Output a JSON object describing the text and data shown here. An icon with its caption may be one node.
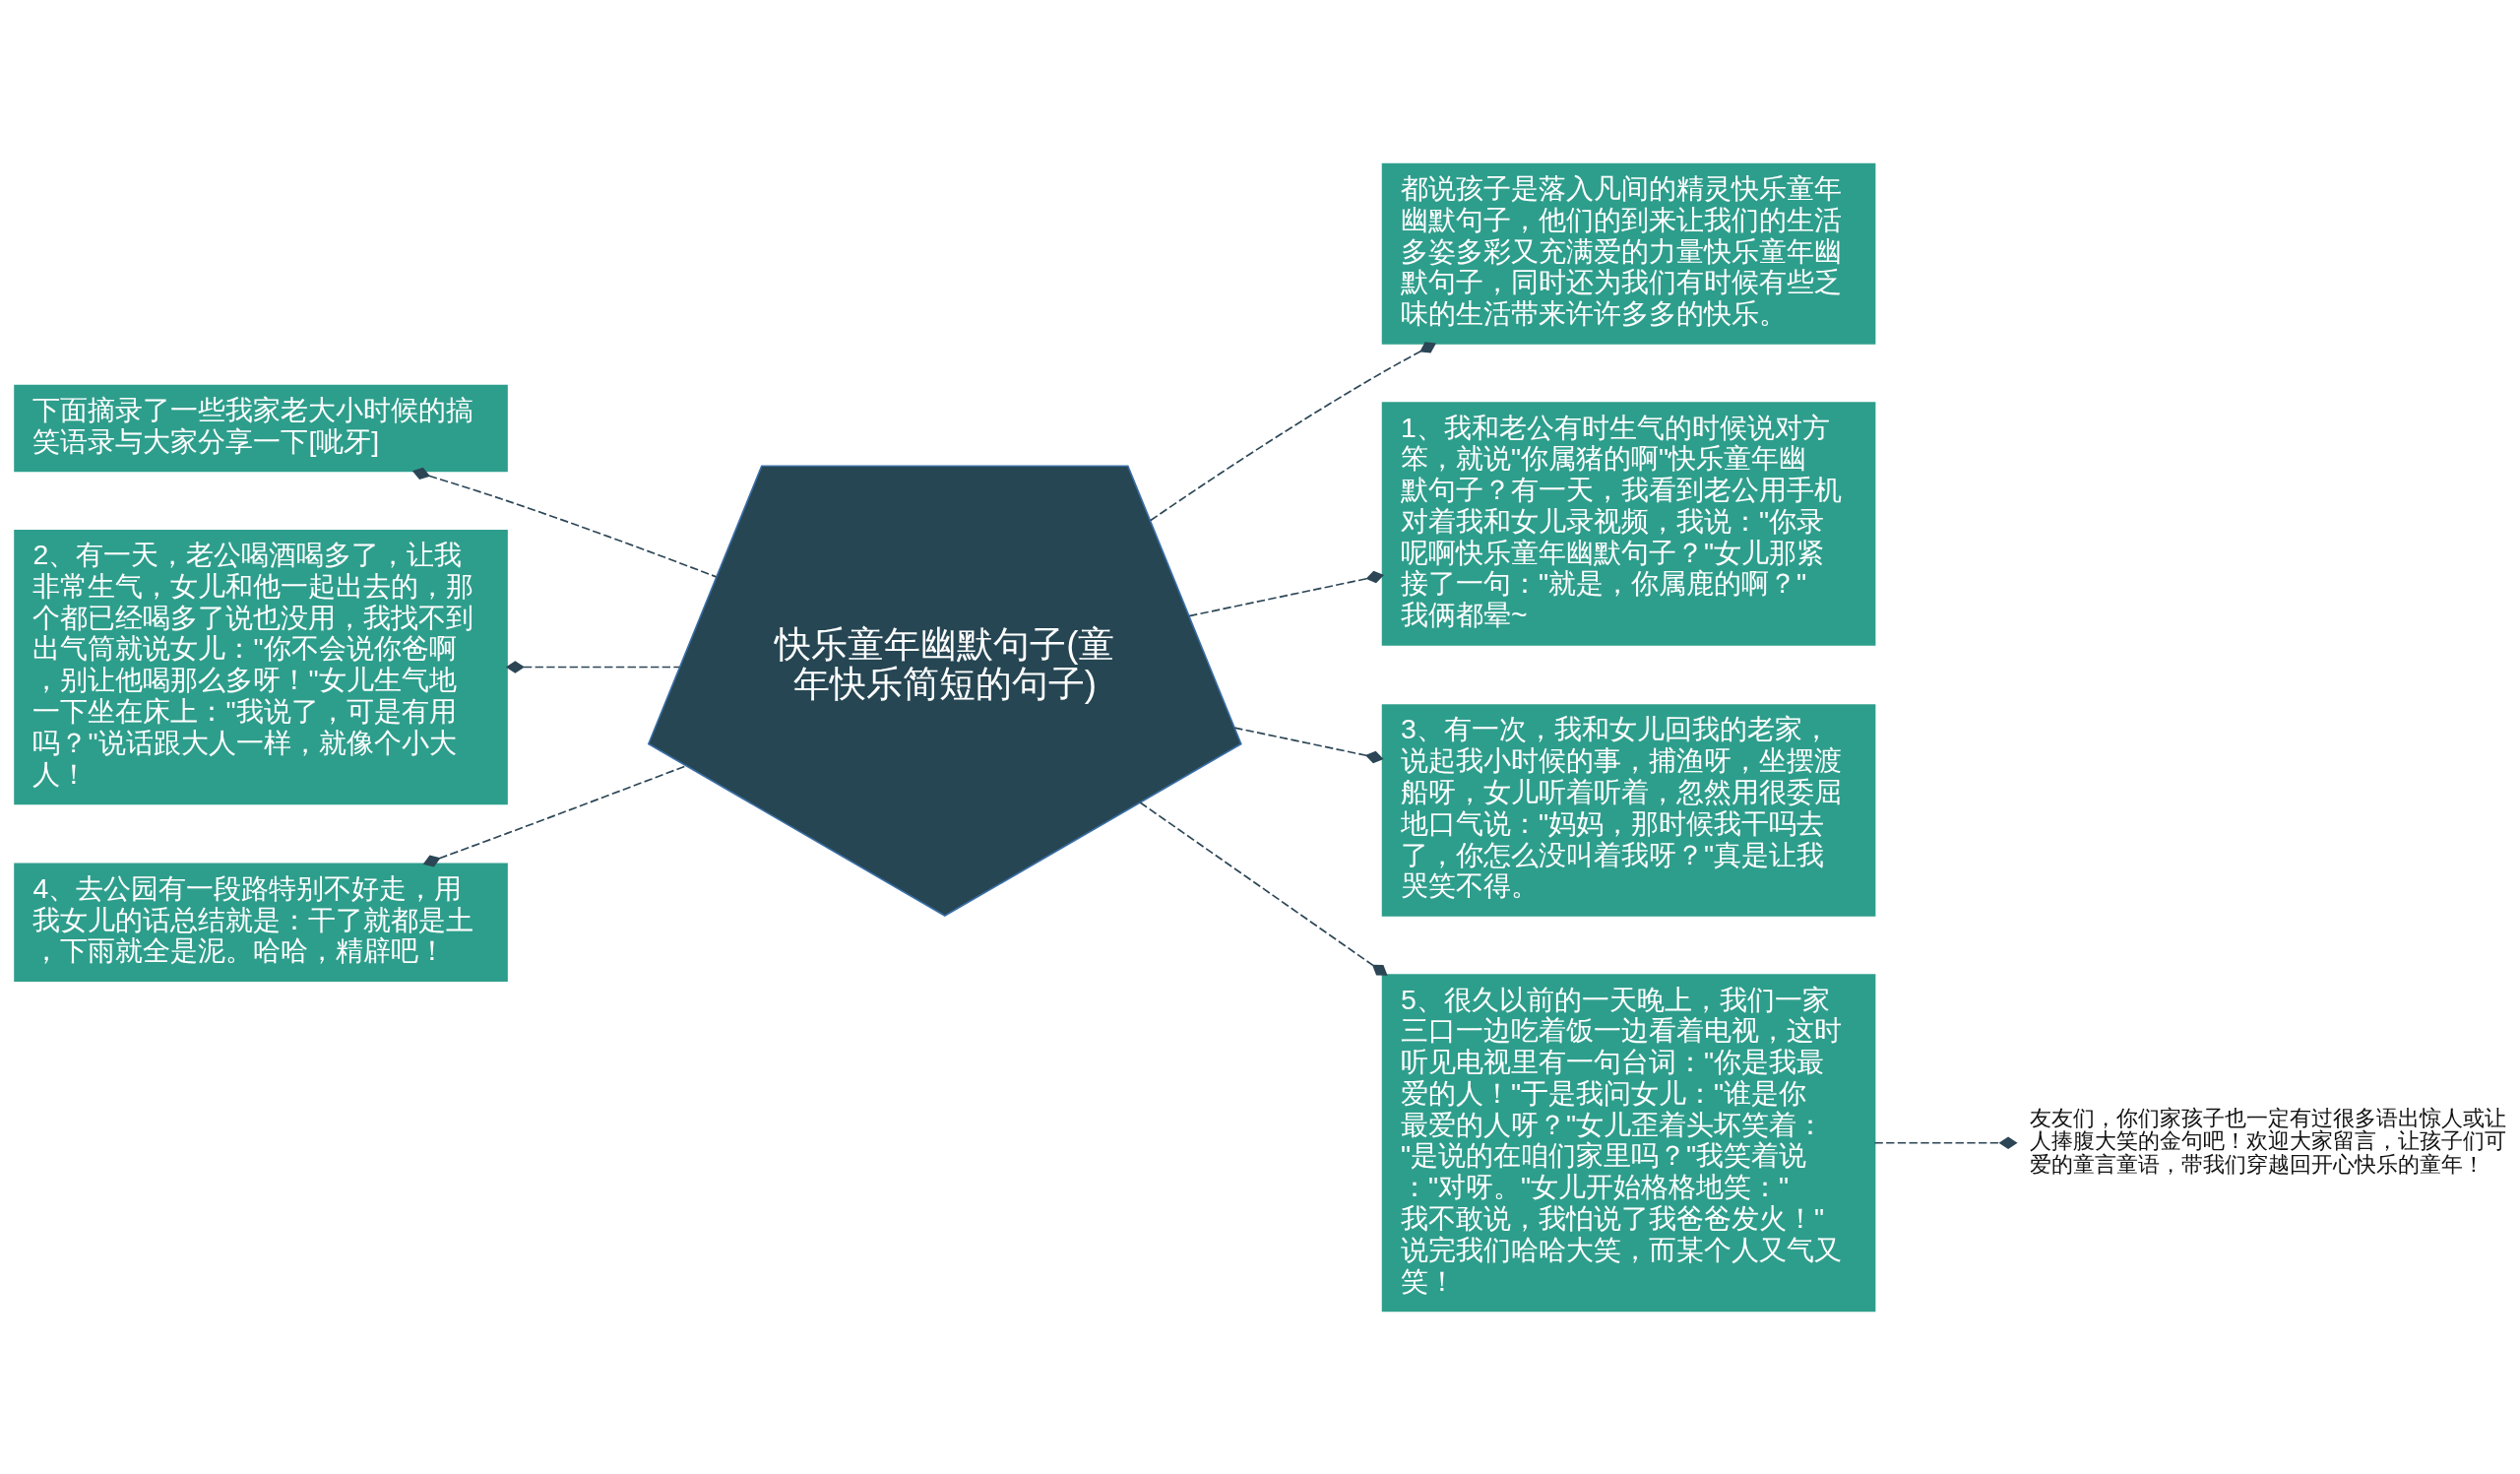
{
  "diagram": {
    "nodes": [
      {
        "text": [
          "快乐童年幽默句子(童年快乐简短的句子)"
        ]
      },
      {
        "text": [
          "都说孩子是落入凡间的精灵快乐童年幽默句子，他们的到来让我们的生活多姿多彩又充满爱的力量快乐童年幽默句子，同时还为我们有时候有些乏味的生活带来许许多多的快乐。"
        ]
      },
      {
        "text": [
          "1、我和老公有时生气的时候说对方笨，就说\"你属猪的啊\"快乐童年幽默句子？有一天，我看到老公用手机对着我和女儿录视频，我说：\"你录呢啊快乐童年幽默句子？\"女儿那紧接了一句：\"就是，你属鹿的啊？\"我俩都晕~"
        ]
      },
      {
        "text": [
          "3、有一次，我和女儿回我的老家，说起我小时候的事，捕渔呀，坐摆渡船呀，女儿听着听着，忽然用很委屈地口气说：\"妈妈，那时候我干吗去了，你怎么没叫着我呀？\"真是让我哭笑不得。"
        ]
      },
      {
        "text": [
          "5、很久以前的一天晚上，我们一家三口一边吃着饭一边看着电视，这时听见电视里有一句台词：\"你是我最爱的人！\"于是我问女儿：\"谁是你最爱的人呀？\"女儿歪着头坏笑着：\"是说的在咱们家里吗？\"我笑着说：\"对呀。\"女儿开始格格地笑：\"我不敢说，我怕说了我爸爸发火！\"说完我们哈哈大笑，而某个人又气又笑！"
        ]
      },
      {
        "text": [
          "下面摘录了一些我家老大小时候的搞笑语录与大家分享一下[呲牙]"
        ]
      },
      {
        "text": [
          "2、有一天，老公喝酒喝多了，让我非常生气，女儿和他一起出去的，那个都已经喝多了说也没用，我找不到出气筒就说女儿：\"你不会说你爸啊，别让他喝那么多呀！\"女儿生气地一下坐在床上：\"我说了，可是有用吗？\"说话跟大人一样，就像个小大人！"
        ]
      },
      {
        "text": [
          "4、去公园有一段路特别不好走，用我女儿的话总结就是：干了就都是土，下雨就全是泥。哈哈，精辟吧！"
        ]
      },
      {
        "text": [
          "友友们，你们家孩子也一定有过很多语出惊人或让人捧腹大笑的金句吧！欢迎大家留言，让孩子们可爱的童言童语，带我们穿越回开心快乐的童年！"
        ]
      }
    ],
    "edges": [
      {
        "from": 0,
        "to": 1,
        "arrow": "other",
        "style": "dashed"
      },
      {
        "from": 0,
        "to": 2,
        "arrow": "other",
        "style": "dashed"
      },
      {
        "from": 0,
        "to": 3,
        "arrow": "other",
        "style": "dashed"
      },
      {
        "from": 0,
        "to": 4,
        "arrow": "other",
        "style": "dashed"
      },
      {
        "from": 0,
        "to": 5,
        "arrow": "other",
        "style": "dashed"
      },
      {
        "from": 0,
        "to": 6,
        "arrow": "other",
        "style": "dashed"
      },
      {
        "from": 0,
        "to": 7,
        "arrow": "other",
        "style": "dashed"
      },
      {
        "from": 4,
        "to": 8,
        "arrow": "other",
        "style": "dashed"
      }
    ]
  }
}
